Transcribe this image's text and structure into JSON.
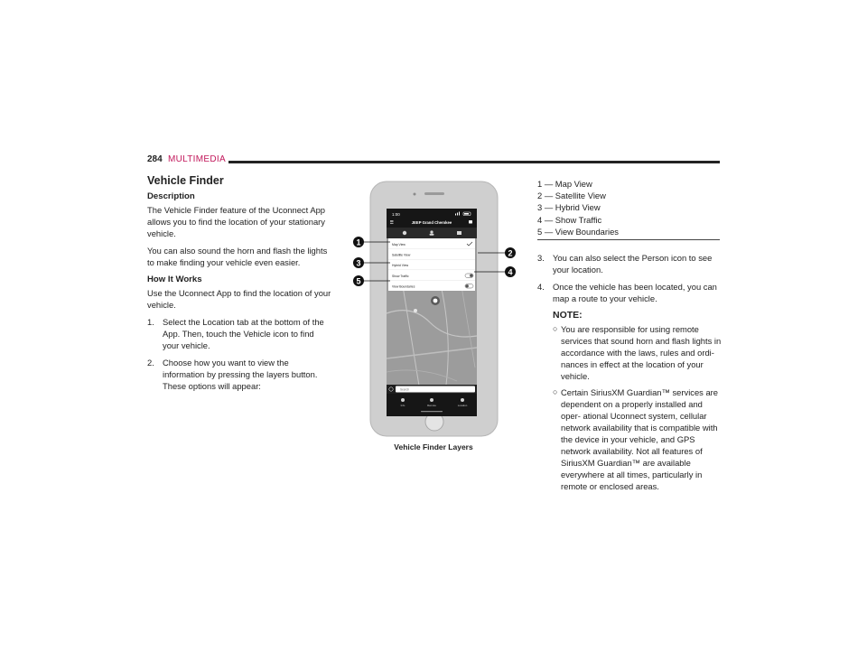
{
  "header": {
    "page_number": "284",
    "section": "MULTIMEDIA"
  },
  "left": {
    "title": "Vehicle Finder",
    "description_heading": "Description",
    "description_p1": "The Vehicle Finder feature of the Uconnect App allows you to find the location of your stationary vehicle.",
    "description_p2": "You can also sound the horn and flash the lights to make finding your vehicle even easier.",
    "how_heading": "How It Works",
    "how_p": "Use the Uconnect App to find the location of your vehicle.",
    "steps": [
      {
        "num": "1.",
        "text": "Select the Location tab at the bottom of the App. Then, touch the Vehicle icon to find your vehicle."
      },
      {
        "num": "2.",
        "text": "Choose how you want to view the information by pressing the layers button. These options will appear:"
      }
    ]
  },
  "figure": {
    "caption": "Vehicle Finder Layers",
    "phone": {
      "time": "1:00",
      "title": "JEEP Grand Cherokee",
      "menu_items": [
        "Map View",
        "Satellite View",
        "Hybrid View",
        "Show Traffic",
        "View Boundaries"
      ],
      "search_placeholder": "Search",
      "nav": [
        "Info",
        "Remote",
        "Location"
      ]
    },
    "callouts": [
      "1",
      "2",
      "3",
      "4",
      "5"
    ]
  },
  "right": {
    "legend": [
      "1 — Map View",
      "2 — Satellite View",
      "3 — Hybrid View",
      "4 — Show Traffic",
      "5 — View Boundaries"
    ],
    "steps": [
      {
        "num": "3.",
        "text": "You can also select the Person icon to see your location."
      },
      {
        "num": "4.",
        "text": "Once the vehicle has been located, you can map a route to your vehicle."
      }
    ],
    "note_heading": "NOTE:",
    "notes": [
      "You are responsible for using remote services that sound horn and flash lights in accordance with the laws, rules and ordi- nances in effect at the location of your vehicle.",
      "Certain SiriusXM Guardian™ services are dependent on a properly installed and oper- ational Uconnect system, cellular network availability that is compatible with the device in your vehicle, and GPS network availability. Not all features of SiriusXM Guardian™ are available everywhere at all times, particularly in remote or enclosed areas."
    ]
  }
}
